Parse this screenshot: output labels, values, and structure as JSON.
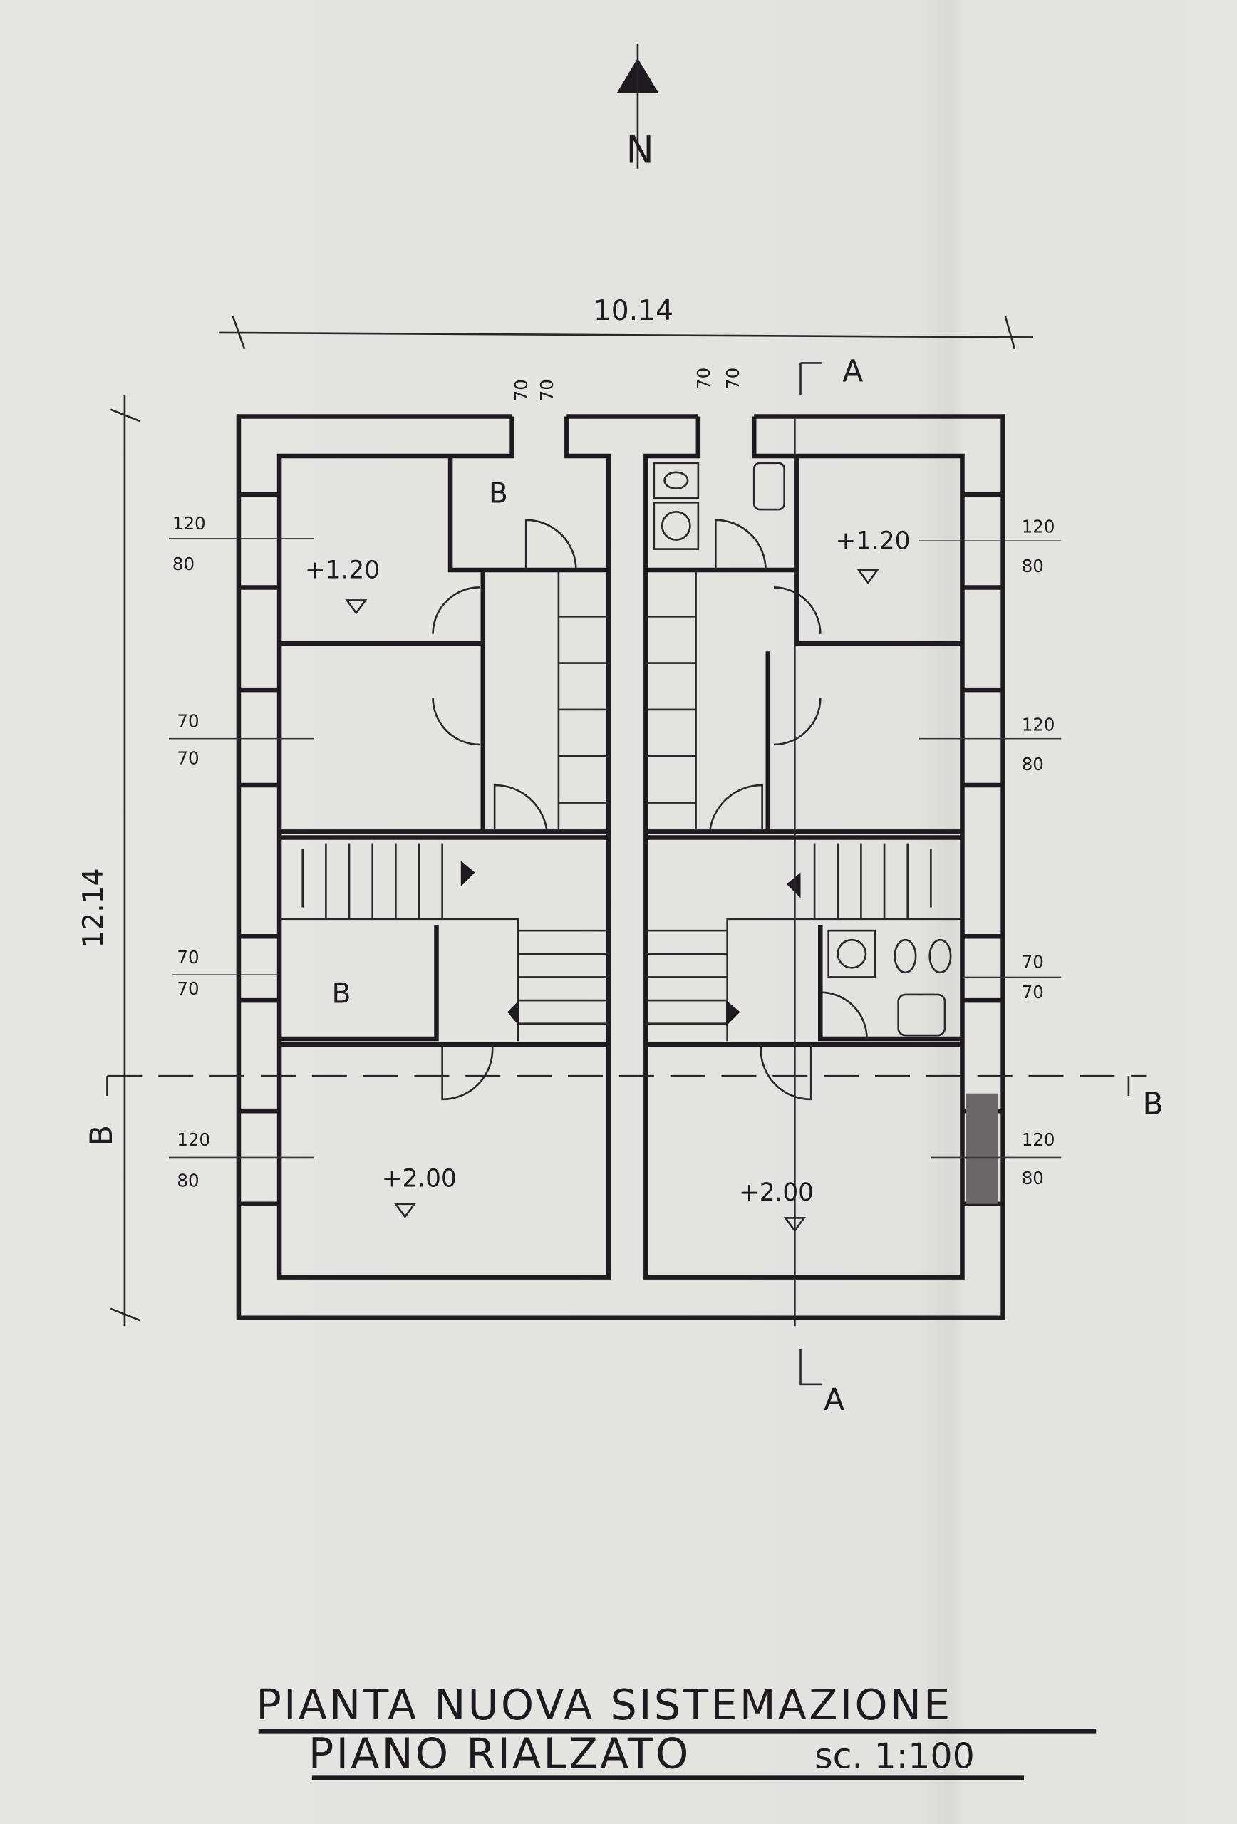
{
  "north": {
    "label": "N"
  },
  "dimensions": {
    "width": "10.14",
    "depth": "12.14"
  },
  "section_marks": {
    "a": "A",
    "b": "B"
  },
  "window_dims": {
    "top_left": [
      "70",
      "70"
    ],
    "top_right": [
      "70",
      "70"
    ],
    "left": [
      [
        "120",
        "80"
      ],
      [
        "70",
        "70"
      ],
      [
        "70",
        "70"
      ],
      [
        "120",
        "80"
      ]
    ],
    "right": [
      [
        "120",
        "80"
      ],
      [
        "120",
        "80"
      ],
      [
        "70",
        "70"
      ],
      [
        "120",
        "80"
      ]
    ]
  },
  "rooms": {
    "closet_label": "B",
    "level_upper_left": "+1.20",
    "level_upper_right": "+1.20",
    "level_lower_left": "+2.00",
    "level_lower_right": "+2.00"
  },
  "title": {
    "line1": "PIANTA NUOVA SISTEMAZIONE",
    "line2": "PIANO RIALZATO",
    "scale": "sc. 1:100"
  }
}
